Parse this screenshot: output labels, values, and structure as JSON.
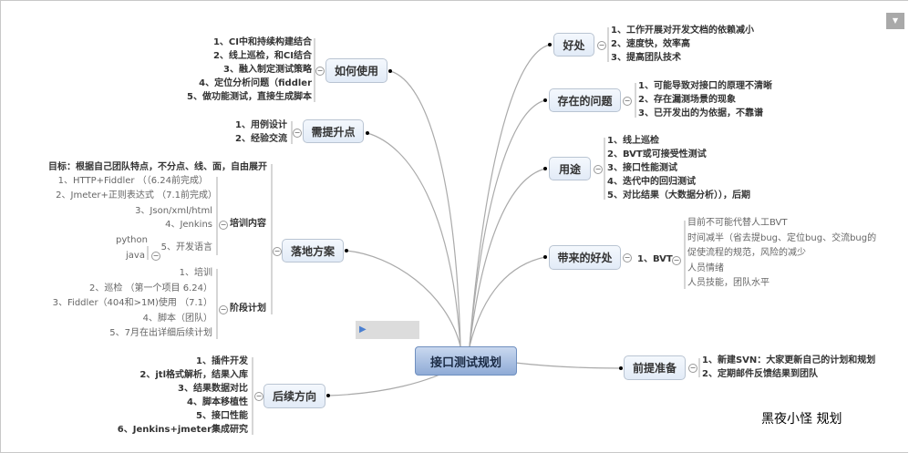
{
  "center": "接口测试规划",
  "left": {
    "howto": {
      "label": "如何使用",
      "items": [
        "1、CI中和持续构建结合",
        "2、线上巡检，和CI结合",
        "3、融入制定测试策略",
        "4、定位分析问题（fiddler",
        "5、做功能测试，直接生成脚本"
      ]
    },
    "improve": {
      "label": "需提升点",
      "items": [
        "1、用例设计",
        "2、经验交流"
      ]
    },
    "plan": {
      "label": "落地方案",
      "goal": "目标：根据自己团队特点，不分点、线、面，自由展开",
      "training": {
        "label": "培训内容",
        "items": [
          "1、HTTP+Fiddler （（6.24前完成）",
          "2、Jmeter+正则表达式 （7.1前完成）",
          "3、Json/xml/html",
          "4、Jenkins",
          "5、开发语言"
        ],
        "langs": [
          "python",
          "java"
        ]
      },
      "stages": {
        "label": "阶段计划",
        "items": [
          "1、培训",
          "2、巡检 （第一个项目 6.24）",
          "3、Fiddler（404和>1M)使用 （7.1）",
          "4、脚本（团队）",
          "5、7月在出详细后续计划"
        ]
      }
    },
    "future": {
      "label": "后续方向",
      "items": [
        "1、插件开发",
        "2、jtl格式解析，结果入库",
        "3、结果数据对比",
        "4、脚本移植性",
        "5、接口性能",
        "6、Jenkins+jmeter集成研究"
      ]
    }
  },
  "right": {
    "benefit": {
      "label": "好处",
      "items": [
        "1、工作开展对开发文档的依赖减小",
        "2、速度快，效率高",
        "3、提高团队技术"
      ]
    },
    "problems": {
      "label": "存在的问题",
      "items": [
        "1、可能导致对接口的原理不清晰",
        "2、存在漏测场景的现象",
        "3、已开发出的为依据，不靠谱"
      ]
    },
    "usage": {
      "label": "用途",
      "items": [
        "1、线上巡检",
        "2、BVT或可接受性测试",
        "3、接口性能测试",
        "4、迭代中的回归测试",
        "5、对比结果（大数据分析）），后期"
      ]
    },
    "gains": {
      "label": "带来的好处",
      "bvt": "1、BVT",
      "items": [
        "目前不可能代替人工BVT",
        "时间减半（省去提bug、定位bug、交流bug的",
        "促使流程的规范，风险的减少",
        "人员情绪",
        "人员技能，团队水平"
      ]
    },
    "prep": {
      "label": "前提准备",
      "items": [
        "1、新建SVN：大家更新自己的计划和规划",
        "2、定期邮件反馈结果到团队"
      ]
    }
  },
  "footer": "黑夜小怪 规划"
}
